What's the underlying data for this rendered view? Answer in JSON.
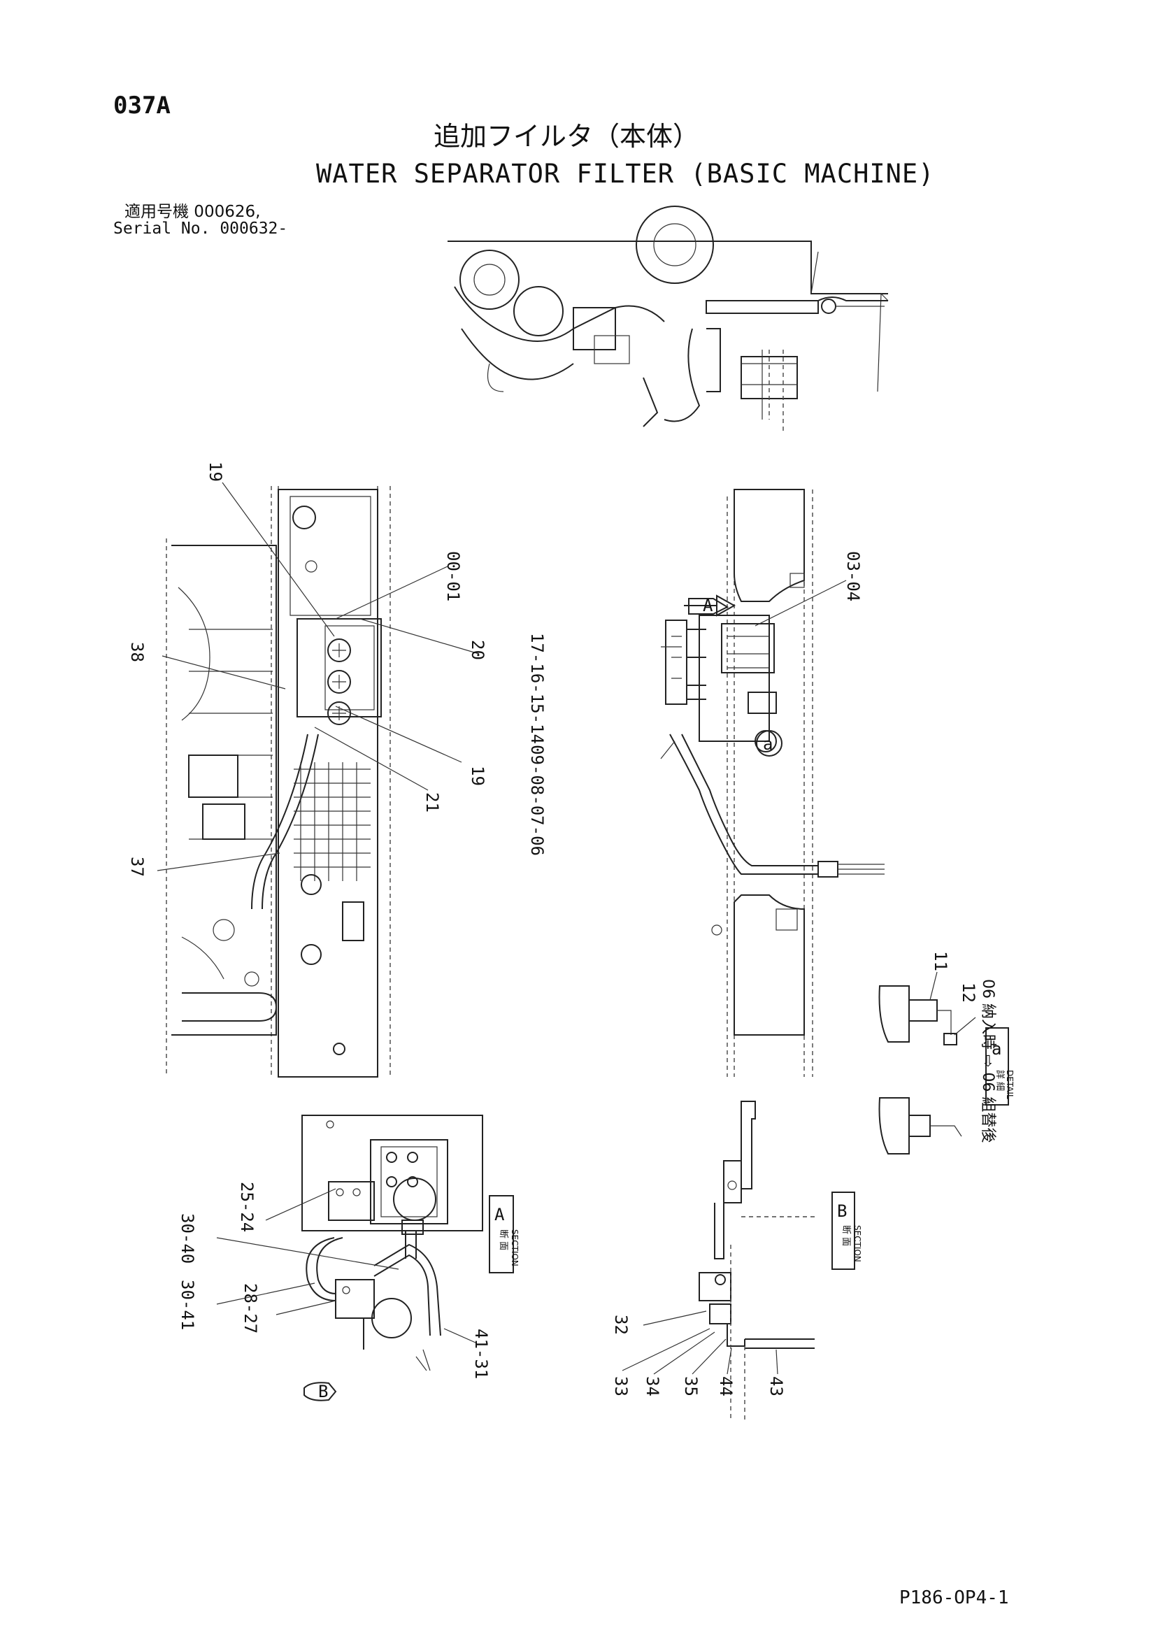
{
  "header": {
    "page_code": "037A",
    "title_jp": "追加フイルタ（本体）",
    "title_en": "WATER SEPARATOR FILTER (BASIC MACHINE)",
    "serial_jp": "適用号機  000626,",
    "serial_en": "Serial No. 000632-"
  },
  "footer": {
    "page_ref": "P186-OP4-1"
  },
  "labels": {
    "l19a": "19",
    "l00_01": "00-01",
    "l20": "20",
    "l38": "38",
    "l19b": "19",
    "l21": "21",
    "l37": "37",
    "l17_14": "17-16-15-14",
    "l09_06": "09-08-07-06",
    "l03_04": "03-04",
    "l11": "11",
    "l12": "12",
    "l25_24": "25-24",
    "l30_40": "30-40",
    "l30_41": "30-41",
    "l28_27": "28-27",
    "l41_31": "41-31",
    "l32": "32",
    "l33": "33",
    "l34": "34",
    "l35": "35",
    "l44": "44",
    "l43": "43"
  },
  "markers": {
    "view_a": "A",
    "view_b": "B",
    "detail_a": "a",
    "section_a_jp": "断 面",
    "section_a_en": "SECTION",
    "section_a_letter": "A",
    "section_b_jp": "断 面",
    "section_b_en": "SECTION",
    "section_b_letter": "B",
    "detail_jp": "詳 細",
    "detail_en": "DETAIL",
    "detail_letter": "a",
    "note_06": "06 納入時 ⇨ 06 組替後"
  }
}
